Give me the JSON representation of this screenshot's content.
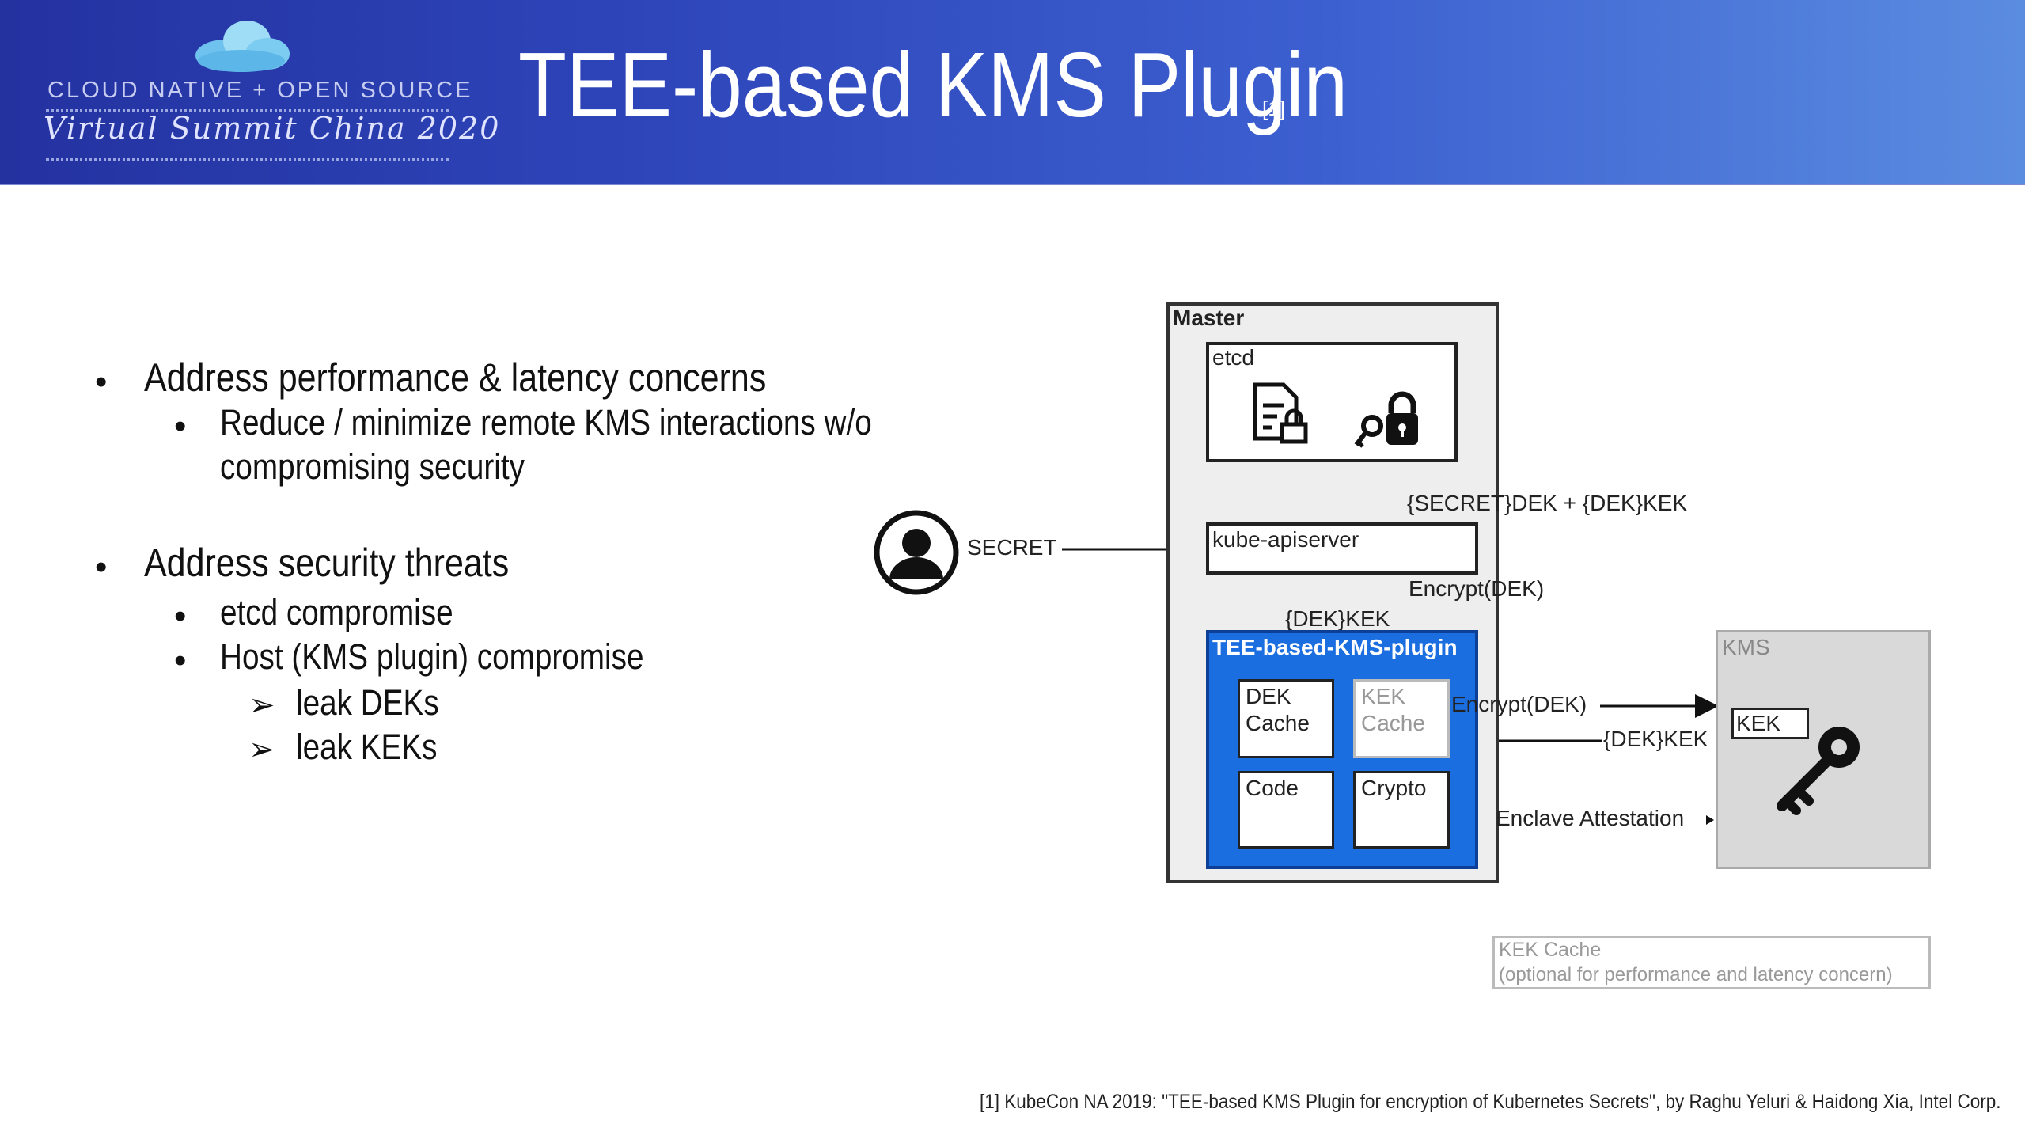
{
  "header": {
    "logo_line1": "CLOUD NATIVE + OPEN SOURCE",
    "logo_line2": "Virtual Summit China 2020",
    "title": "TEE-based KMS Plugin",
    "title_ref": "[1]"
  },
  "bullets": [
    {
      "text": "Address performance & latency concerns",
      "level": 1
    },
    {
      "text": "Reduce / minimize remote KMS interactions w/o",
      "level": 2
    },
    {
      "text": "compromising security",
      "level": 2
    },
    {
      "text": "Address security threats",
      "level": 1
    },
    {
      "text": "etcd compromise",
      "level": 2
    },
    {
      "text": "Host (KMS plugin) compromise",
      "level": 2
    },
    {
      "text": "leak DEKs",
      "level": 3
    },
    {
      "text": "leak KEKs",
      "level": 3
    }
  ],
  "diagram": {
    "master": "Master",
    "etcd": "etcd",
    "secret_flow": "{SECRET}DEK + {DEK}KEK",
    "secret": "SECRET",
    "kube_apiserver": "kube-apiserver",
    "encrypt_dek_1": "Encrypt(DEK)",
    "dek_kek_1": "{DEK}KEK",
    "plugin": "TEE-based-KMS-plugin",
    "dek_cache_1": "DEK",
    "dek_cache_2": "Cache",
    "kek_cache_1": "KEK",
    "kek_cache_2": "Cache",
    "code": "Code",
    "crypto": "Crypto",
    "encrypt_dek_2": "Encrypt(DEK)",
    "dek_kek_2": "{DEK}KEK",
    "enclave_attestation": "Enclave Attestation",
    "kms": "KMS",
    "kek": "KEK",
    "legend_line1": "KEK Cache",
    "legend_line2": "(optional for performance and latency concern)"
  },
  "footnote": "[1] KubeCon NA 2019: \"TEE-based KMS Plugin for encryption of Kubernetes Secrets\", by Raghu Yeluri & Haidong Xia, Intel Corp.",
  "colors": {
    "banner_start": "#2432a0",
    "banner_end": "#5a8ce0",
    "plugin_blue": "#1a6ee0",
    "kms_gray": "#d9d9d9"
  }
}
